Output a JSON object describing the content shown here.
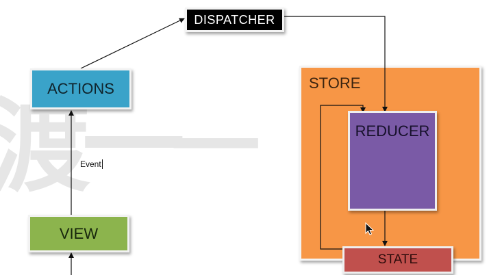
{
  "diagram": {
    "dispatcher": "DISPATCHER",
    "actions": "ACTIONS",
    "view": "VIEW",
    "store": "STORE",
    "reducer": "REDUCER",
    "state": "STATE",
    "event": "Event"
  },
  "colors": {
    "dispatcher": "#000000",
    "actions": "#3aa3c9",
    "view": "#8cb44d",
    "store": "#f79646",
    "reducer": "#7a5aa6",
    "state": "#c0504d"
  },
  "icons": [
    "mouse-pointer-icon"
  ]
}
